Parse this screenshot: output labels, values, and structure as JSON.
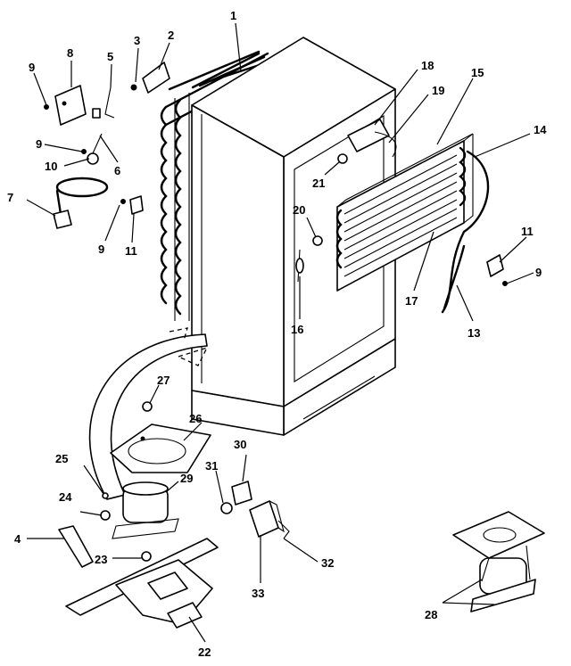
{
  "callouts": [
    {
      "id": "c1",
      "label": "1"
    },
    {
      "id": "c2",
      "label": "2"
    },
    {
      "id": "c3",
      "label": "3"
    },
    {
      "id": "c4",
      "label": "4"
    },
    {
      "id": "c5",
      "label": "5"
    },
    {
      "id": "c6",
      "label": "6"
    },
    {
      "id": "c7",
      "label": "7"
    },
    {
      "id": "c8",
      "label": "8"
    },
    {
      "id": "c9a",
      "label": "9"
    },
    {
      "id": "c9b",
      "label": "9"
    },
    {
      "id": "c9c",
      "label": "9"
    },
    {
      "id": "c9d",
      "label": "9"
    },
    {
      "id": "c10",
      "label": "10"
    },
    {
      "id": "c11a",
      "label": "11"
    },
    {
      "id": "c11b",
      "label": "11"
    },
    {
      "id": "c13",
      "label": "13"
    },
    {
      "id": "c14",
      "label": "14"
    },
    {
      "id": "c15",
      "label": "15"
    },
    {
      "id": "c16",
      "label": "16"
    },
    {
      "id": "c17",
      "label": "17"
    },
    {
      "id": "c18",
      "label": "18"
    },
    {
      "id": "c19",
      "label": "19"
    },
    {
      "id": "c20",
      "label": "20"
    },
    {
      "id": "c21",
      "label": "21"
    },
    {
      "id": "c22",
      "label": "22"
    },
    {
      "id": "c23",
      "label": "23"
    },
    {
      "id": "c24",
      "label": "24"
    },
    {
      "id": "c25",
      "label": "25"
    },
    {
      "id": "c26",
      "label": "26"
    },
    {
      "id": "c27",
      "label": "27"
    },
    {
      "id": "c28",
      "label": "28"
    },
    {
      "id": "c29",
      "label": "29"
    },
    {
      "id": "c30",
      "label": "30"
    },
    {
      "id": "c31",
      "label": "31"
    },
    {
      "id": "c32",
      "label": "32"
    },
    {
      "id": "c33",
      "label": "33"
    }
  ]
}
